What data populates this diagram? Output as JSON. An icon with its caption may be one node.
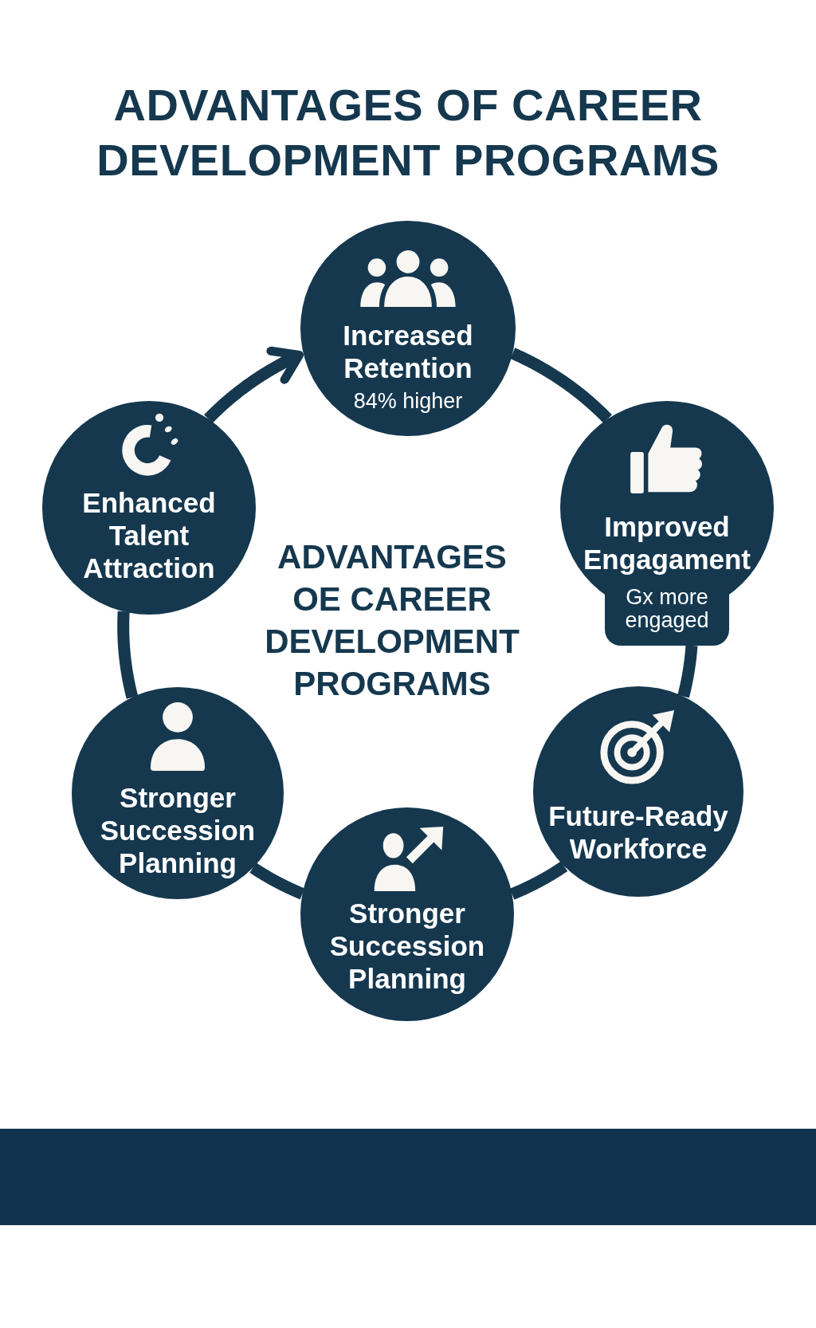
{
  "diagram": {
    "title": "ADVANTAGES OF CAREER DEVELOPMENT PROGRAMS",
    "nodes": [
      {
        "text": [
          "Increased Retention",
          "84% higher"
        ]
      },
      {
        "text": [
          "Improved Engagament",
          "Gx more engaged"
        ]
      },
      {
        "text": [
          "Future-Ready Workforce"
        ]
      },
      {
        "text": [
          "Stronger Succession Planning"
        ]
      },
      {
        "text": [
          "Stronger Succession Planning"
        ]
      },
      {
        "text": [
          "Enhanced Talent Attraction"
        ]
      }
    ],
    "edges": [
      {
        "from": 0,
        "to": 1,
        "arrow": "none"
      },
      {
        "from": 1,
        "to": 2,
        "arrow": "none"
      },
      {
        "from": 2,
        "to": 3,
        "arrow": "none"
      },
      {
        "from": 3,
        "to": 4,
        "arrow": "none"
      },
      {
        "from": 4,
        "to": 5,
        "arrow": "none"
      },
      {
        "from": 5,
        "to": 0,
        "arrow": "to"
      }
    ],
    "labels": [
      "ADVANTAGES OE CAREER DEVELOPMENT PROGRAMS"
    ]
  }
}
